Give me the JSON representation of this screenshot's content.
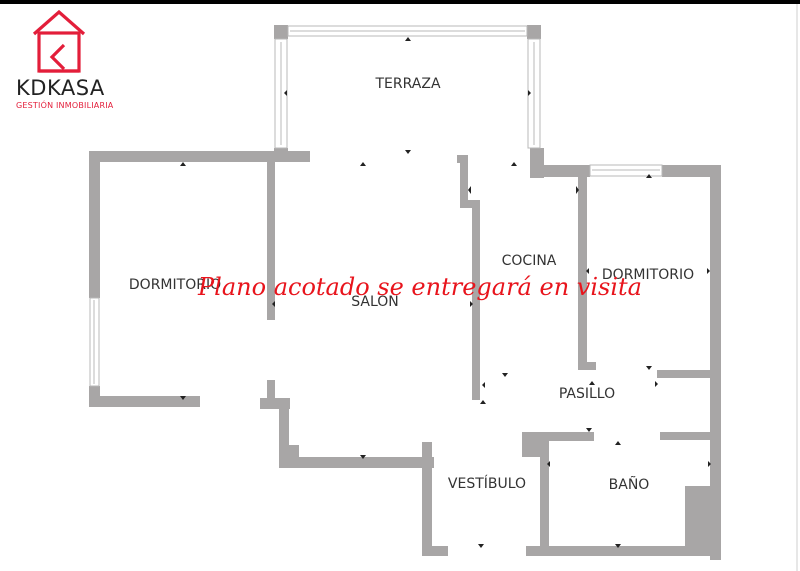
{
  "brand": {
    "name": "KDKASA",
    "subtitle": "GESTIÓN INMOBILIARIA",
    "accent_color": "#e31e3a"
  },
  "plan": {
    "wall_color": "#a8a6a6",
    "rooms": [
      {
        "id": "terraza",
        "label": "TERRAZA"
      },
      {
        "id": "dormitorio-1",
        "label": "DORMITORIO"
      },
      {
        "id": "salon",
        "label": "SALON"
      },
      {
        "id": "cocina",
        "label": "COCINA"
      },
      {
        "id": "dormitorio-2",
        "label": "DORMITORIO"
      },
      {
        "id": "pasillo",
        "label": "PASILLO"
      },
      {
        "id": "vestibulo",
        "label": "VESTÍBULO"
      },
      {
        "id": "bano",
        "label": "BAÑO"
      }
    ]
  },
  "watermark": {
    "text": "Plano acotado se entregará en visita",
    "color": "#e8141c"
  }
}
